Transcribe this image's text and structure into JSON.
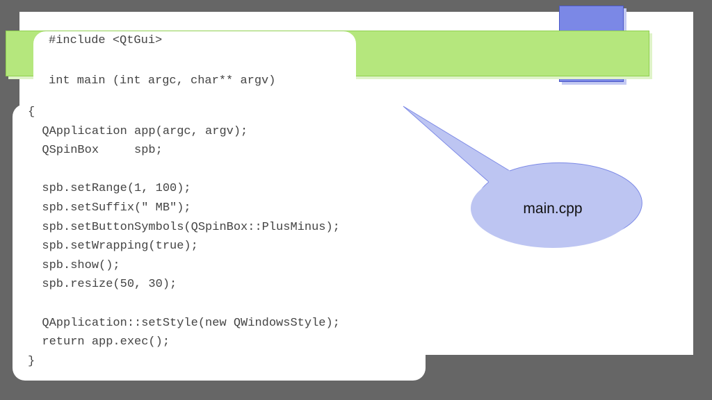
{
  "code_header": [
    "#include <QtGui>",
    "int main (int argc, char** argv)"
  ],
  "code_body": [
    "{",
    "  QApplication app(argc, argv);",
    "  QSpinBox     spb;",
    "",
    "  spb.setRange(1, 100);",
    "  spb.setSuffix(\" MB\");",
    "  spb.setButtonSymbols(QSpinBox::PlusMinus);",
    "  spb.setWrapping(true);",
    "  spb.show();",
    "  spb.resize(50, 30);",
    "",
    "  QApplication::setStyle(new QWindowsStyle);",
    "  return app.exec();",
    "}"
  ],
  "callout": {
    "text": "main.cpp"
  },
  "colors": {
    "background": "#666666",
    "green_bar": "#b5e77d",
    "blue_rect": "#7b88e6",
    "callout_fill": "#bdc5f2"
  }
}
